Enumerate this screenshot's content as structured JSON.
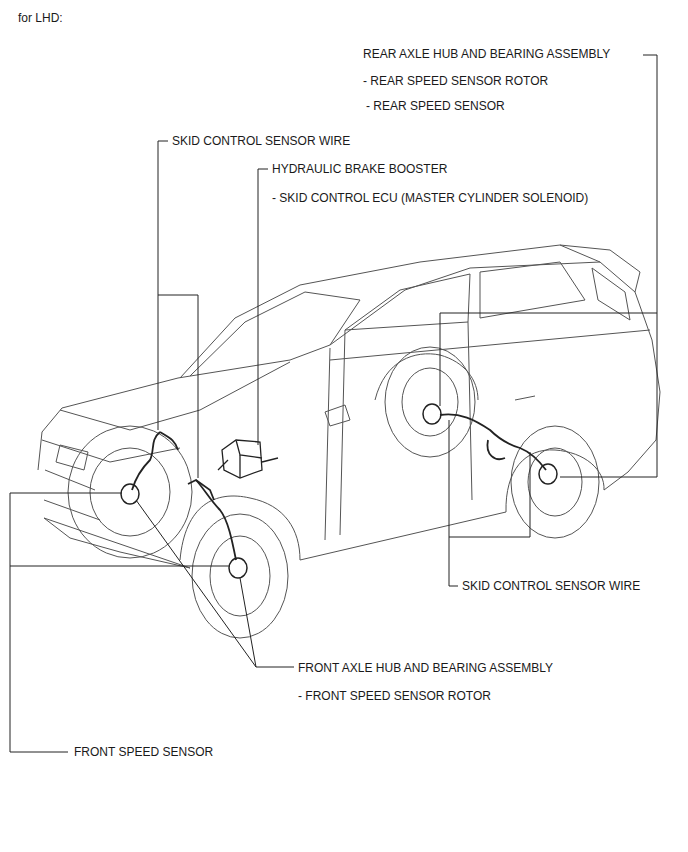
{
  "diagram": {
    "title": "for LHD:",
    "labels": [
      "REAR AXLE HUB AND BEARING ASSEMBLY",
      "- REAR SPEED SENSOR ROTOR",
      "- REAR SPEED SENSOR",
      "SKID CONTROL SENSOR WIRE",
      "HYDRAULIC BRAKE BOOSTER",
      "- SKID CONTROL ECU (MASTER CYLINDER SOLENOID)",
      "SKID CONTROL SENSOR WIRE",
      "FRONT AXLE HUB AND BEARING ASSEMBLY",
      "- FRONT SPEED SENSOR ROTOR",
      "FRONT SPEED SENSOR"
    ]
  }
}
